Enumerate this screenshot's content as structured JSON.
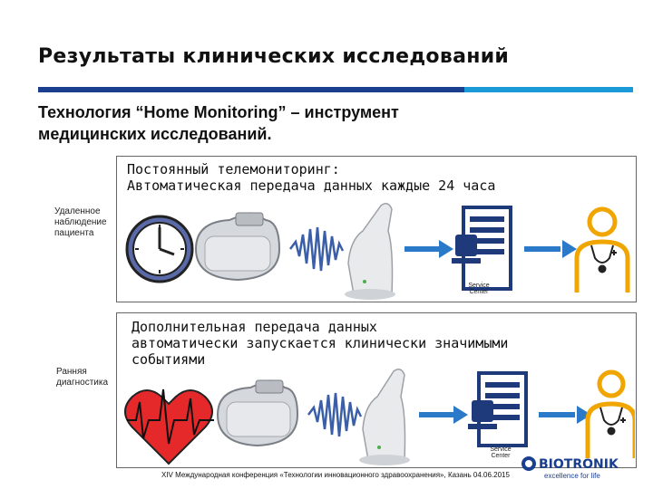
{
  "slide": {
    "title": "Результаты клинических исследований",
    "subtitle_line1": "Технология “Home Monitoring” – инструмент",
    "subtitle_line2": "медицинских исследований."
  },
  "panel1": {
    "text_line1": "Постоянный телемониторинг:",
    "text_line2": "Автоматическая передача данных каждые 24 часа",
    "side_label_line1": "Удаленное",
    "side_label_line2": "наблюдение",
    "side_label_line3": "пациента",
    "service_label_line1": "Service",
    "service_label_line2": "Center"
  },
  "panel2": {
    "text_line1": "Дополнительная передача данных",
    "text_line2": "автоматически запускается клинически значимыми",
    "text_line3": "событиями",
    "side_label_line1": "Ранняя",
    "side_label_line2": "диагностика",
    "service_label_line1": "Service",
    "service_label_line2": "Center"
  },
  "footer": {
    "text": "XIV Международная конференция «Технологии инновационного здравоохранения», Казань 04.06.2015"
  },
  "logo": {
    "name": "BIOTRONIK",
    "tagline": "excellence for life"
  },
  "colors": {
    "rule_dark": "#1b3f8f",
    "rule_light": "#1a9bd7",
    "wave": "#3a5fa8",
    "arrow": "#2b79c9",
    "doctor": "#f0a500",
    "heart": "#e5282a"
  }
}
